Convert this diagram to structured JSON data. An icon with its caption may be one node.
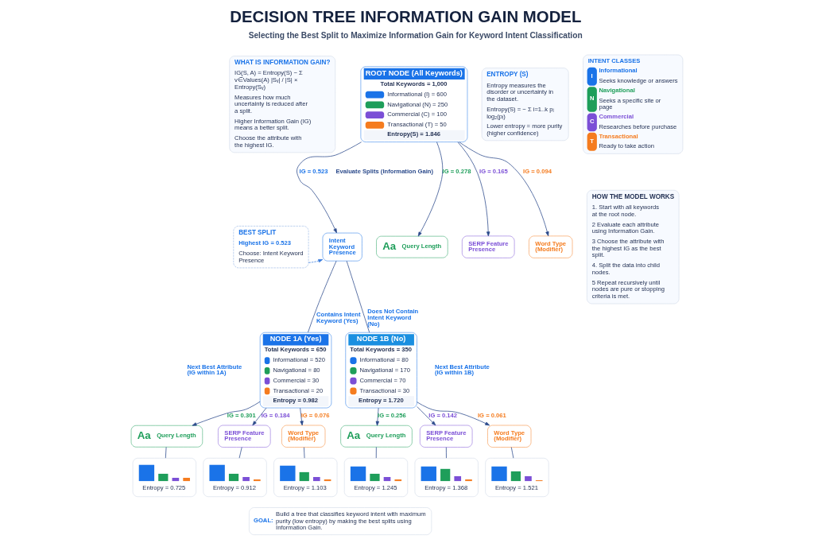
{
  "diagram": {
    "title": "DECISION TREE INFORMATION GAIN MODEL",
    "nodes": [
      {
        "text": [
          "ROOT NODE (All Keywords)",
          "Total Keywords = 1,000",
          "Informational (I) = 600",
          "Navigational (N) = 250",
          "Commercial (C) = 100",
          "Transactional (T) = 50",
          "Entropy(S) = 1.846"
        ]
      },
      {
        "text": [
          "Intent Keyword Presence"
        ]
      },
      {
        "text": [
          "Aa",
          "Query Length"
        ]
      },
      {
        "text": [
          "SERP Feature Presence"
        ]
      },
      {
        "text": [
          "Word Type (Modifier)"
        ]
      },
      {
        "text": [
          "NODE 1A (Yes)",
          "Total Keywords = 650",
          "Informational = 520",
          "Navigational = 80",
          "Commercial = 30",
          "Transactional = 20",
          "Entropy = 0.982"
        ]
      },
      {
        "text": [
          "NODE 1B (No)",
          "Total Keywords = 350",
          "Informational = 80",
          "Navigational = 170",
          "Commercial = 70",
          "Transactional = 30",
          "Entropy = 1.720"
        ]
      },
      {
        "text": [
          "Aa",
          "Query Length"
        ]
      },
      {
        "text": [
          "SERP Feature Presence"
        ]
      },
      {
        "text": [
          "Word Type (Modifier)"
        ]
      },
      {
        "text": [
          "Entropy = 0.725"
        ]
      },
      {
        "text": [
          "Entropy = 0.912"
        ]
      },
      {
        "text": [
          "Entropy = 1.103"
        ]
      },
      {
        "text": [
          "Aa",
          "Query Length"
        ]
      },
      {
        "text": [
          "SERP Feature Presence"
        ]
      },
      {
        "text": [
          "Word Type (Modifier)"
        ]
      },
      {
        "text": [
          "Entropy = 1.245"
        ]
      },
      {
        "text": [
          "Entropy = 1.368"
        ]
      },
      {
        "text": [
          "Entropy = 1.521"
        ]
      },
      {
        "text": [
          "BEST SPLIT",
          "Highest IG = 0.523",
          "Choose: Intent Keyword Presence"
        ]
      },
      {
        "text": [
          "WHAT IS INFORMATION GAIN?",
          "IG(S, A) = Entropy(S) − Σ v∈Values(A) |Sᵥ| / |S| × Entropy(Sᵥ)",
          "Measures how much uncertainty is reduced after a split.",
          "Higher Information Gain (IG) means a better split.",
          "Choose the attribute with the highest IG."
        ]
      },
      {
        "text": [
          "ENTROPY (S)",
          "Entropy measures the disorder or uncertainty in the dataset.",
          "Entropy(S) = − Σ i=1..k pᵢ log₂(pᵢ)",
          "Lower entropy = more purity (higher confidence)"
        ]
      },
      {
        "text": [
          "INTENT CLASSES",
          "I",
          "Informational",
          "Seeks knowledge or answers",
          "N",
          "Navigational",
          "Seeks a specific site or page",
          "C",
          "Commercial",
          "Researches before purchase",
          "T",
          "Transactional",
          "Ready to take action"
        ]
      },
      {
        "text": [
          "HOW THE MODEL WORKS",
          "1. Start with all keywords at the root node.",
          "2 Evaluate each attribute using Information Gain.",
          "3 Choose the attribute with the highest IG as the best split.",
          "4. Split the data into child nodes.",
          "5 Repeat recursively until nodes are pure or stopping criteria is met."
        ]
      },
      {
        "text": [
          "GOAL:",
          "Build a tree that classifies keyword intent with maximum purity (low entropy) by making the best splits using Information Gain."
        ]
      }
    ],
    "edges": [
      {
        "from": 0,
        "to": 1,
        "arrow": "to",
        "label": "IG = 0.523"
      },
      {
        "from": 0,
        "to": 2,
        "arrow": "to",
        "label": "IG = 0.278"
      },
      {
        "from": 0,
        "to": 3,
        "arrow": "to",
        "label": "IG = 0.165"
      },
      {
        "from": 0,
        "to": 4,
        "arrow": "to",
        "label": "IG = 0.094"
      },
      {
        "from": 19,
        "to": 1,
        "arrow": "to",
        "style": "dashed",
        "color": "#3b7ddd"
      },
      {
        "from": 1,
        "to": 5,
        "arrow": "none",
        "label": "Contains Intent Keyword (Yes)"
      },
      {
        "from": 1,
        "to": 6,
        "arrow": "none",
        "label": "Does Not Contain Intent Keyword (No)"
      },
      {
        "from": 5,
        "to": 7,
        "arrow": "to",
        "label": "IG = 0.301"
      },
      {
        "from": 5,
        "to": 8,
        "arrow": "to",
        "label": "IG = 0.184"
      },
      {
        "from": 5,
        "to": 9,
        "arrow": "to",
        "label": "IG = 0.076"
      },
      {
        "from": 7,
        "to": 10,
        "arrow": "none"
      },
      {
        "from": 8,
        "to": 11,
        "arrow": "none"
      },
      {
        "from": 9,
        "to": 12,
        "arrow": "none"
      },
      {
        "from": 6,
        "to": 13,
        "arrow": "to",
        "label": "IG = 0.256"
      },
      {
        "from": 6,
        "to": 14,
        "arrow": "to",
        "label": "IG = 0.142"
      },
      {
        "from": 6,
        "to": 15,
        "arrow": "to",
        "label": "IG = 0.061"
      },
      {
        "from": 13,
        "to": 16,
        "arrow": "none"
      },
      {
        "from": 14,
        "to": 17,
        "arrow": "none"
      },
      {
        "from": 15,
        "to": 18,
        "arrow": "none"
      }
    ],
    "labels": [
      "Selecting the Best Split to Maximize Information Gain for Keyword Intent Classification",
      "Evaluate Splits (Information Gain)",
      "Next Best Attribute (IG within 1A)",
      "Next Best Attribute (IG within 1B)"
    ]
  }
}
